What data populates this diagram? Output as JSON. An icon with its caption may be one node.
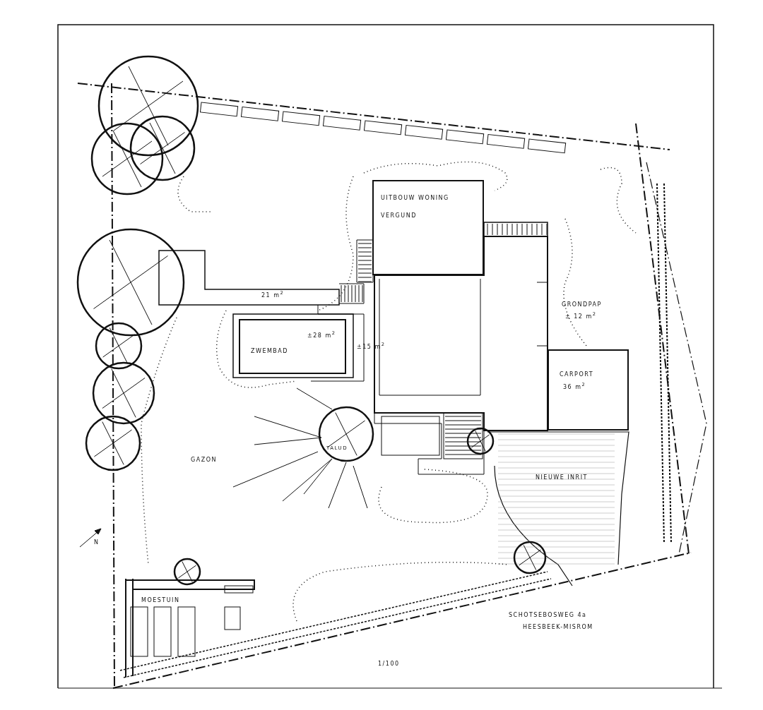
{
  "diagram": {
    "nodes": [
      {
        "text": [
          "UITBOUW WONING",
          "VERGUND"
        ]
      },
      {
        "text": [
          "21 m$^{2}$"
        ]
      },
      {
        "text": [
          "ZWEMBAD",
          "±28 m$^{2}$"
        ]
      },
      {
        "text": [
          "CARPORT",
          "36 m$^{2}$"
        ]
      }
    ],
    "labels": [
      "±15 m$^{2}$",
      "GRONDPAP",
      "± 12 m$^{2}$",
      "GAZON",
      "TALUD",
      "NIEUWE INRIT",
      "MOESTUIN",
      "N",
      "SCHOTSEBOSWEG 4a",
      "HEESBEEK-MISROM",
      "1/100"
    ]
  }
}
